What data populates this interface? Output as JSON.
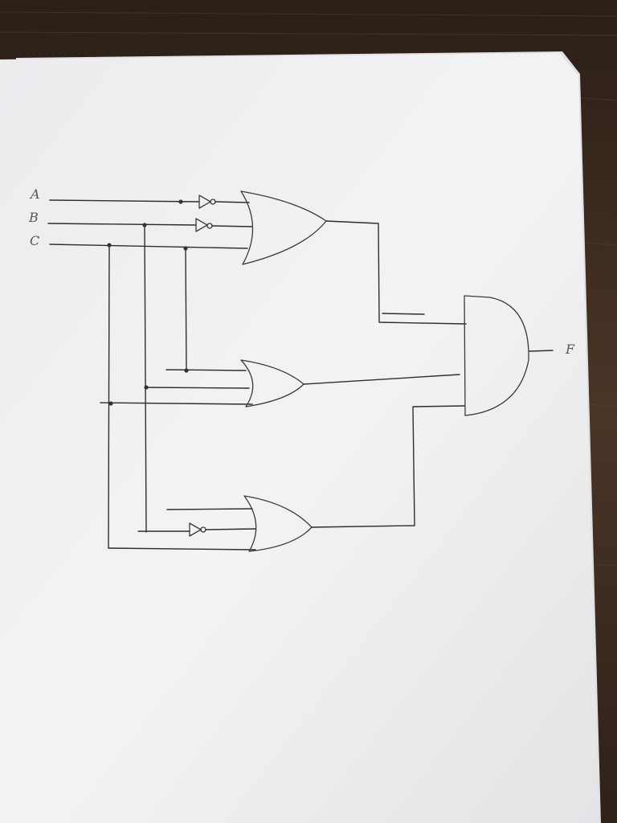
{
  "inputs": [
    {
      "label": "A"
    },
    {
      "label": "B"
    },
    {
      "label": "C"
    }
  ],
  "output": {
    "label": "F"
  },
  "colors": {
    "desk": "#3a2a1f",
    "paper": "#f1f1f3",
    "ink": "#2e2e2e"
  }
}
